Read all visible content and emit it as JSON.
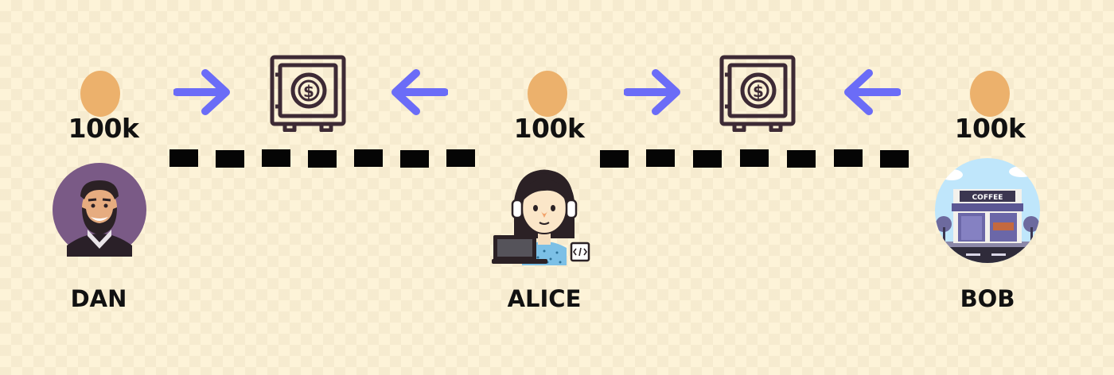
{
  "nodes": {
    "dan": {
      "amount": "100k",
      "name": "DAN"
    },
    "alice": {
      "amount": "100k",
      "name": "ALICE"
    },
    "bob": {
      "amount": "100k",
      "name": "BOB"
    }
  },
  "bob_shop": {
    "sign": "COFFEE"
  },
  "colors": {
    "background": "#fdf3d8",
    "coin": "#ecb16c",
    "arrow": "#6b6cf7",
    "vault": "#3d2a35",
    "channel": "#050505"
  },
  "icons": {
    "vault": "safe-dollar-icon",
    "arrow_right": "arrow-right-icon",
    "arrow_left": "arrow-left-icon"
  }
}
